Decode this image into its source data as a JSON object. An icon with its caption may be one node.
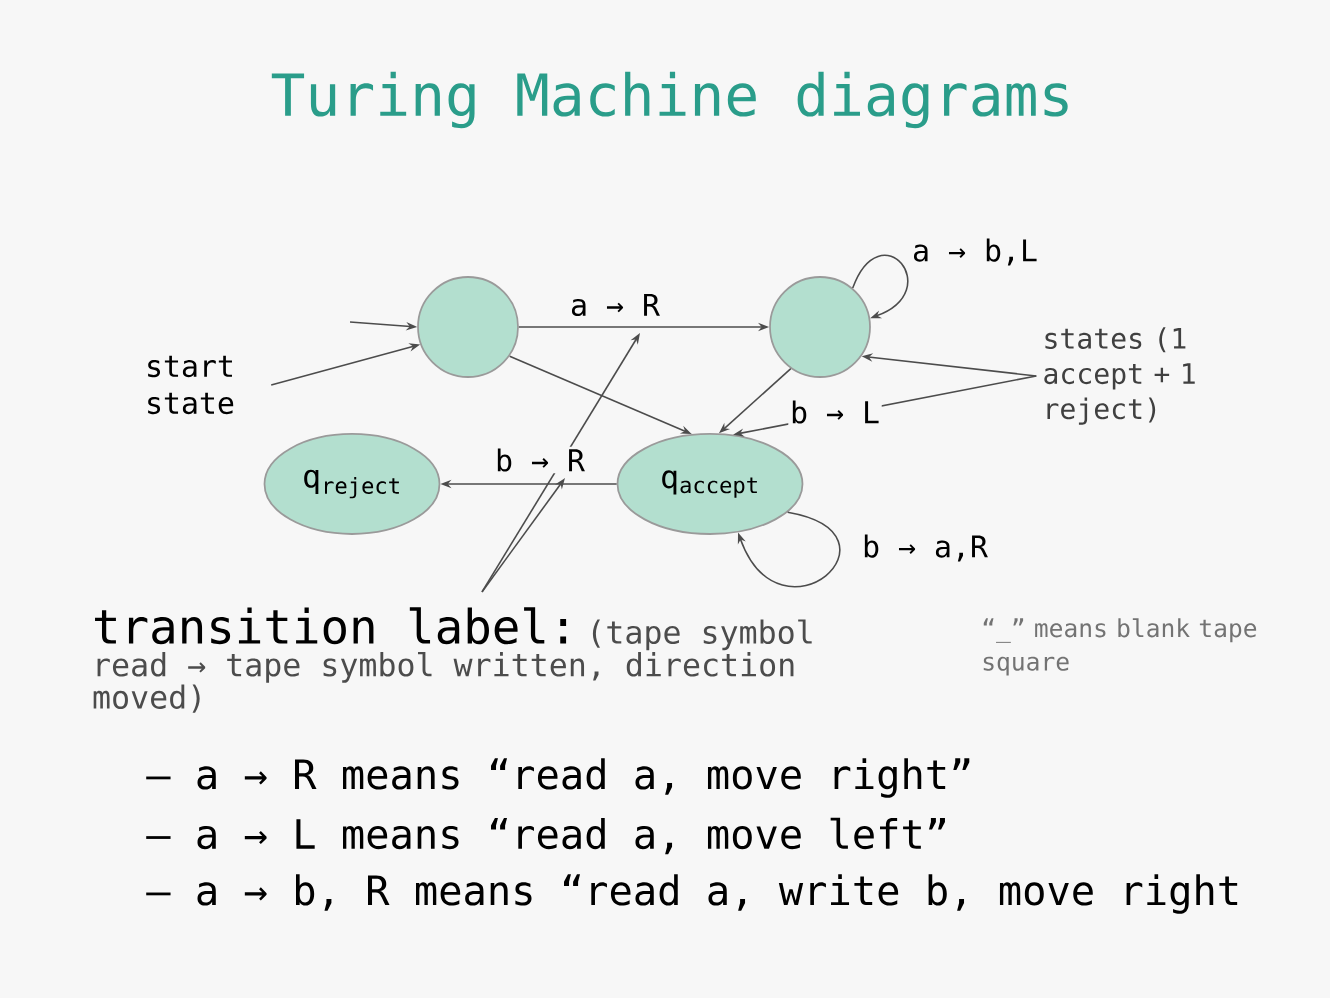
{
  "diagram": {
    "title": "Turing Machine diagrams",
    "nodes": [
      {
        "text": [
          "start state"
        ]
      },
      {
        "text": [],
        "shape": "circle"
      },
      {
        "text": [],
        "shape": "circle"
      },
      {
        "text": [
          "q$_{reject}$"
        ]
      },
      {
        "text": [
          "q$_{accept}$"
        ]
      },
      {
        "text": [
          "states (1 accept + 1 reject)"
        ]
      },
      {
        "text": [
          "transition label:",
          "(tape symbol read → tape symbol written, direction moved)"
        ]
      }
    ],
    "edges": [
      {
        "from": null,
        "to": 1,
        "arrow": "to"
      },
      {
        "from": 0,
        "to": 1,
        "arrow": "to"
      },
      {
        "from": 1,
        "to": 2,
        "arrow": "to",
        "label": "a → R"
      },
      {
        "from": 1,
        "to": 4,
        "arrow": "to"
      },
      {
        "from": 2,
        "to": 2,
        "arrow": "to",
        "label": "a → b,L"
      },
      {
        "from": 2,
        "to": 4,
        "arrow": "to",
        "label": "b → L"
      },
      {
        "from": 4,
        "to": 3,
        "arrow": "to",
        "label": "b → R"
      },
      {
        "from": 4,
        "to": 4,
        "arrow": "to",
        "label": "b → a,R"
      },
      {
        "from": 5,
        "to": 2,
        "arrow": "to"
      },
      {
        "from": 5,
        "to": 4,
        "arrow": "to"
      },
      {
        "from": 6,
        "to": null,
        "arrow": "to"
      },
      {
        "from": 6,
        "to": null,
        "arrow": "to"
      }
    ],
    "labels": [
      "“_” means blank tape square",
      "– a → R means “read a, move right”",
      "– a → L means “read a, move left”",
      "– a → b, R means “read a, write b, move right"
    ]
  }
}
